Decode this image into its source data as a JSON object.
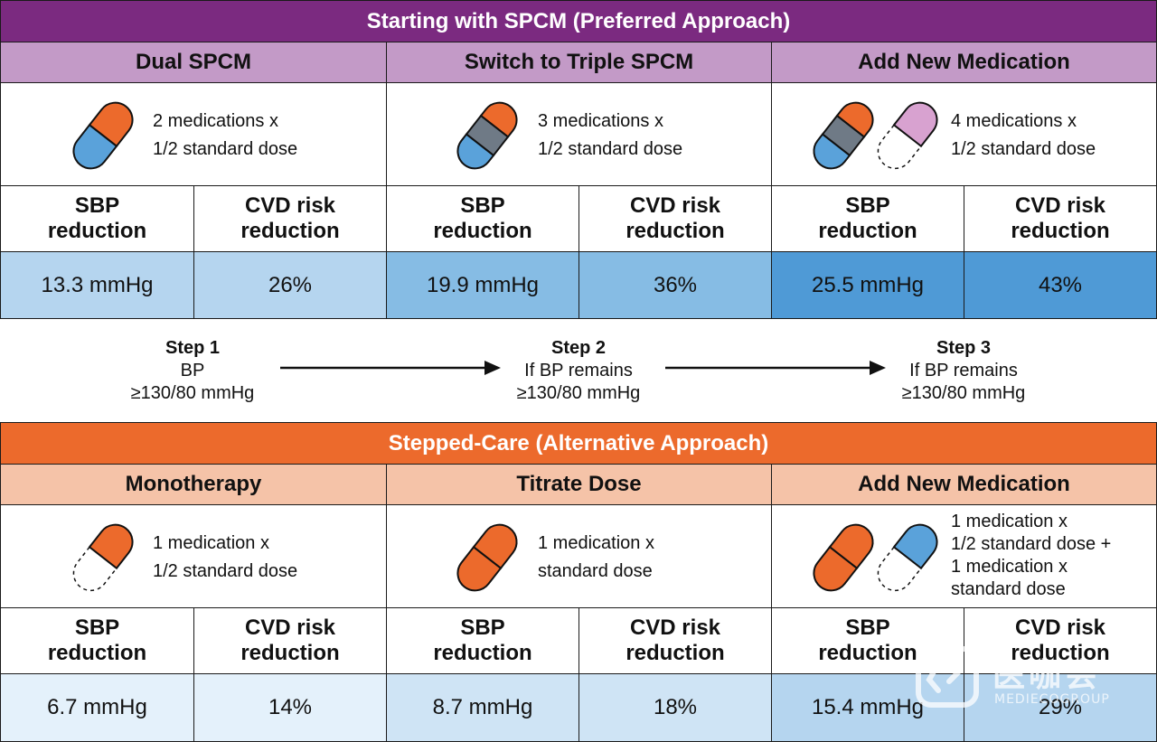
{
  "preferred": {
    "title": "Starting with SPCM (Preferred Approach)",
    "colors": {
      "banner": "#7b2a80",
      "header": "#c39ac7"
    },
    "columns": [
      {
        "header": "Dual SPCM",
        "med_lines": [
          "2 medications x",
          "1/2 standard dose"
        ],
        "sbp_label": [
          "SBP",
          "reduction"
        ],
        "cvd_label": [
          "CVD risk",
          "reduction"
        ],
        "sbp_value": "13.3 mmHg",
        "cvd_value": "26%",
        "value_color": "#b5d5ef"
      },
      {
        "header": "Switch to Triple SPCM",
        "med_lines": [
          "3 medications x",
          "1/2 standard dose"
        ],
        "sbp_label": [
          "SBP",
          "reduction"
        ],
        "cvd_label": [
          "CVD risk",
          "reduction"
        ],
        "sbp_value": "19.9 mmHg",
        "cvd_value": "36%",
        "value_color": "#86bce4"
      },
      {
        "header": "Add New Medication",
        "med_lines": [
          "4 medications x",
          "1/2 standard dose"
        ],
        "sbp_label": [
          "SBP",
          "reduction"
        ],
        "cvd_label": [
          "CVD risk",
          "reduction"
        ],
        "sbp_value": "25.5 mmHg",
        "cvd_value": "43%",
        "value_color": "#4f9ad6"
      }
    ]
  },
  "steps": [
    {
      "title": "Step 1",
      "line1": "BP",
      "line2": "≥130/80 mmHg"
    },
    {
      "title": "Step 2",
      "line1": "If BP remains",
      "line2": "≥130/80 mmHg"
    },
    {
      "title": "Step 3",
      "line1": "If BP remains",
      "line2": "≥130/80 mmHg"
    }
  ],
  "alternative": {
    "title": "Stepped-Care (Alternative Approach)",
    "colors": {
      "banner": "#ec6a2c",
      "header": "#f5c3a8"
    },
    "columns": [
      {
        "header": "Monotherapy",
        "med_lines": [
          "1 medication x",
          "1/2 standard dose"
        ],
        "sbp_label": [
          "SBP",
          "reduction"
        ],
        "cvd_label": [
          "CVD risk",
          "reduction"
        ],
        "sbp_value": "6.7 mmHg",
        "cvd_value": "14%",
        "value_color": "#e4f1fb"
      },
      {
        "header": "Titrate Dose",
        "med_lines": [
          "1 medication x",
          "standard dose"
        ],
        "sbp_label": [
          "SBP",
          "reduction"
        ],
        "cvd_label": [
          "CVD risk",
          "reduction"
        ],
        "sbp_value": "8.7 mmHg",
        "cvd_value": "18%",
        "value_color": "#cfe4f5"
      },
      {
        "header": "Add New Medication",
        "med_lines": [
          "1 medication x",
          "1/2 standard dose +",
          "1 medication x",
          "standard dose"
        ],
        "sbp_label": [
          "SBP",
          "reduction"
        ],
        "cvd_label": [
          "CVD risk",
          "reduction"
        ],
        "sbp_value": "15.4 mmHg",
        "cvd_value": "29%",
        "value_color": "#b5d5ef"
      }
    ]
  },
  "pill_colors": {
    "orange": "#ec6a2c",
    "blue": "#5aa2da",
    "gray": "#6f7a86",
    "lilac": "#d8a2d0"
  },
  "watermark": {
    "brand": "医咖会",
    "sub": "MEDIECOGROUP"
  }
}
